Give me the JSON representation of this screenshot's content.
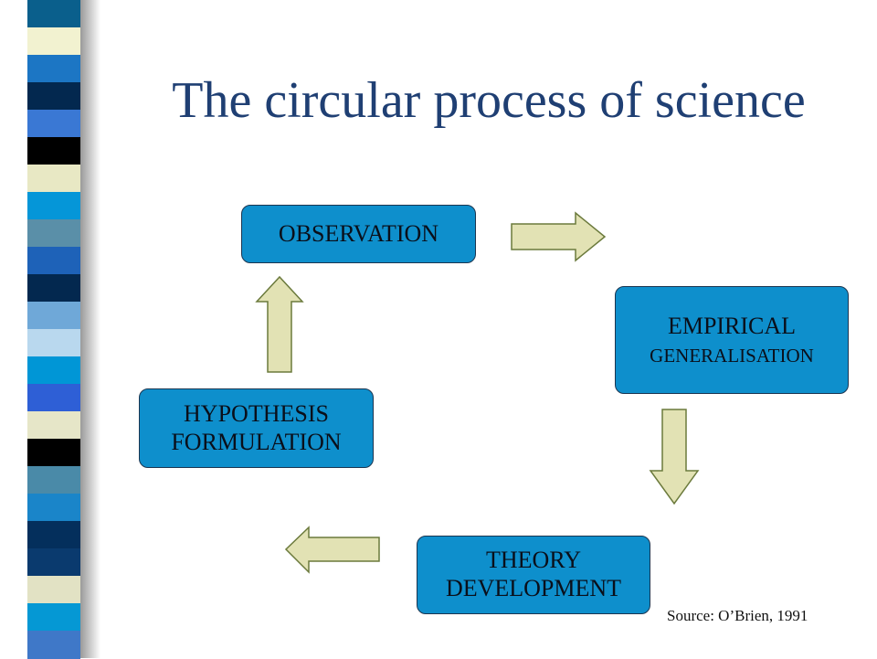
{
  "slide": {
    "title": "The circular process of science",
    "source": "Source: O’Brien, 1991"
  },
  "nodes": {
    "observation": {
      "line1": "OBSERVATION"
    },
    "empirical": {
      "line1": "EMPIRICAL",
      "line2": "GENERALISATION"
    },
    "theory": {
      "line1": "THEORY",
      "line2": "DEVELOPMENT"
    },
    "hypothesis": {
      "line1": "HYPOTHESIS",
      "line2": "FORMULATION"
    }
  },
  "colors": {
    "node_fill": "#0e8fcc",
    "node_border": "#1b3550",
    "arrow_fill": "#e2e2b4",
    "arrow_stroke": "#6b7a3c",
    "title": "#1f3f73"
  },
  "stripes": [
    "#0a5f8c",
    "#f2f2d0",
    "#1c76c4",
    "#03284f",
    "#3a78d4",
    "#000000",
    "#e8e8c4",
    "#0596d8",
    "#5a8fa8",
    "#1e62b8",
    "#03284f",
    "#6fa8d8",
    "#b9d8ee",
    "#0096d6",
    "#2e5fd6",
    "#e6e6c8",
    "#000000",
    "#4a8aa8",
    "#1a85c9",
    "#042f5c",
    "#0a3a6e",
    "#e2e2c4",
    "#0598d4",
    "#3f78c8"
  ]
}
